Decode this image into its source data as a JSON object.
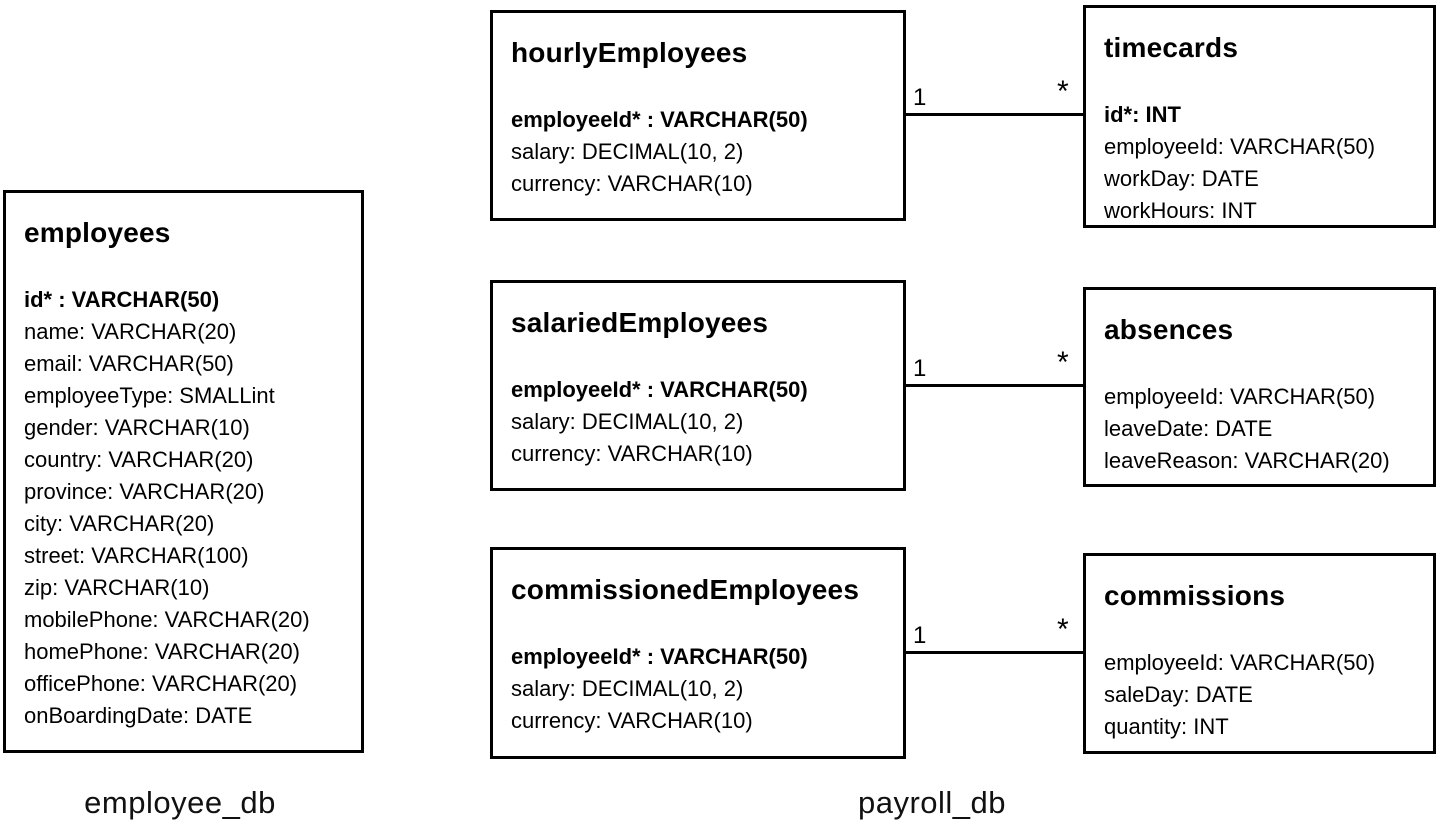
{
  "databases": [
    {
      "label": "employee_db"
    },
    {
      "label": "payroll_db"
    }
  ],
  "tables": {
    "employees": {
      "title": "employees",
      "key": "id* : VARCHAR(50)",
      "fields": [
        "name: VARCHAR(20)",
        "email: VARCHAR(50)",
        "employeeType: SMALLint",
        "gender: VARCHAR(10)",
        "country: VARCHAR(20)",
        "province: VARCHAR(20)",
        "city: VARCHAR(20)",
        "street: VARCHAR(100)",
        "zip: VARCHAR(10)",
        "mobilePhone: VARCHAR(20)",
        "homePhone: VARCHAR(20)",
        "officePhone: VARCHAR(20)",
        "onBoardingDate: DATE"
      ]
    },
    "hourlyEmployees": {
      "title": "hourlyEmployees",
      "key": "employeeId* : VARCHAR(50)",
      "fields": [
        "salary: DECIMAL(10, 2)",
        "currency: VARCHAR(10)"
      ]
    },
    "salariedEmployees": {
      "title": "salariedEmployees",
      "key": "employeeId* : VARCHAR(50)",
      "fields": [
        "salary: DECIMAL(10, 2)",
        "currency: VARCHAR(10)"
      ]
    },
    "commissionedEmployees": {
      "title": "commissionedEmployees",
      "key": "employeeId* : VARCHAR(50)",
      "fields": [
        "salary: DECIMAL(10, 2)",
        "currency: VARCHAR(10)"
      ]
    },
    "timecards": {
      "title": "timecards",
      "key": "id*: INT",
      "fields": [
        "employeeId: VARCHAR(50)",
        "workDay: DATE",
        "workHours: INT"
      ]
    },
    "absences": {
      "title": "absences",
      "fields": [
        "employeeId: VARCHAR(50)",
        "leaveDate: DATE",
        "leaveReason: VARCHAR(20)"
      ]
    },
    "commissions": {
      "title": "commissions",
      "fields": [
        "employeeId: VARCHAR(50)",
        "saleDay: DATE",
        "quantity: INT"
      ]
    }
  },
  "relationships": [
    {
      "from": "hourlyEmployees",
      "to": "timecards",
      "from_cardinality": "1",
      "to_cardinality": "*"
    },
    {
      "from": "salariedEmployees",
      "to": "absences",
      "from_cardinality": "1",
      "to_cardinality": "*"
    },
    {
      "from": "commissionedEmployees",
      "to": "commissions",
      "from_cardinality": "1",
      "to_cardinality": "*"
    }
  ],
  "colors": {
    "border": "#000000",
    "background": "#ffffff",
    "text": "#000000"
  }
}
